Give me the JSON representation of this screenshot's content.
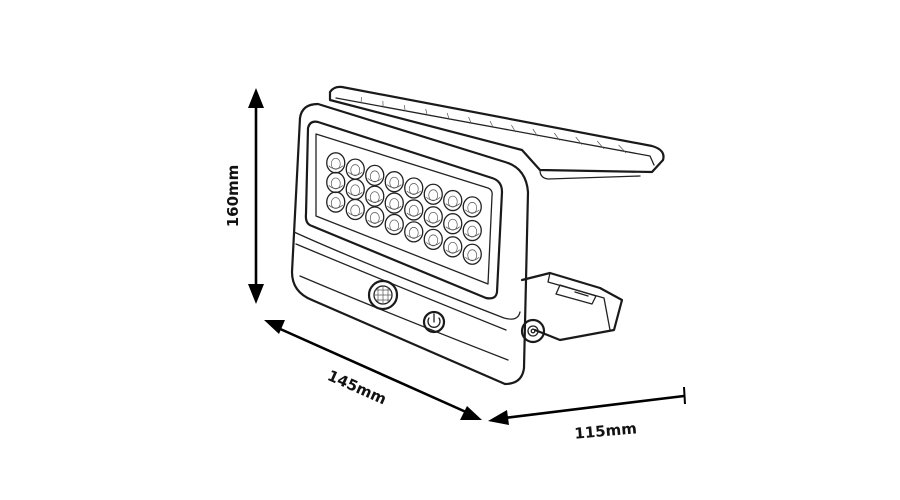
{
  "dimensions": {
    "height": "160mm",
    "width": "145mm",
    "depth": "115mm"
  },
  "product": {
    "led_rows": 3,
    "led_columns": 8
  }
}
